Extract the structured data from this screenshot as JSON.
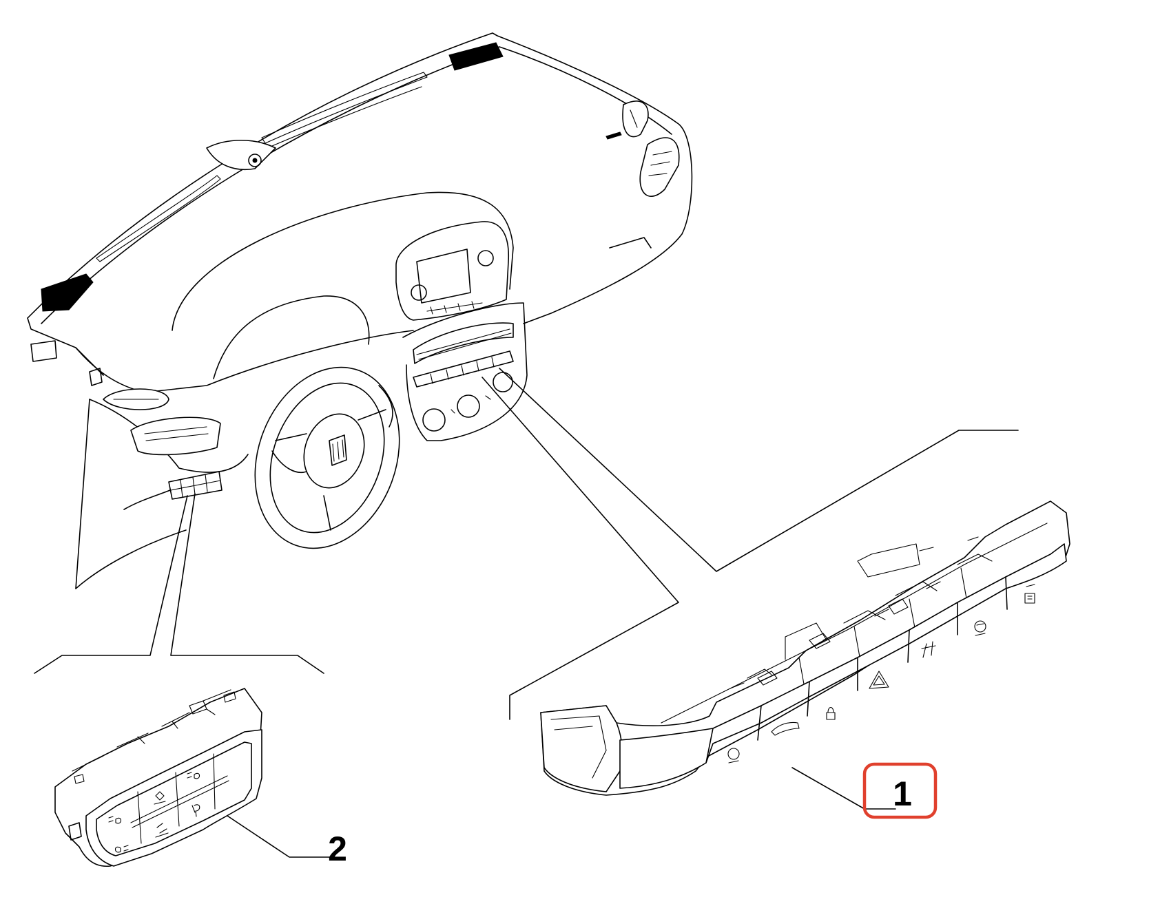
{
  "callouts": [
    {
      "id": "1",
      "label": "1",
      "highlighted": true
    },
    {
      "id": "2",
      "label": "2",
      "highlighted": false
    }
  ],
  "colors": {
    "line": "#000000",
    "background": "#ffffff",
    "highlight": "#e0402d"
  },
  "icons": {
    "part1_buttons": [
      "traction-off-icon",
      "trunk-release-icon",
      "door-lock-icon",
      "hazard-icon",
      "lane-assist-icon",
      "start-stop-icon",
      "defrost-icon"
    ],
    "part2_buttons": [
      "fog-light-front-icon",
      "fog-light-rear-icon",
      "park-sensor-off-icon",
      "esc-off-icon",
      "headlight-level-icon",
      "light-icon"
    ]
  }
}
